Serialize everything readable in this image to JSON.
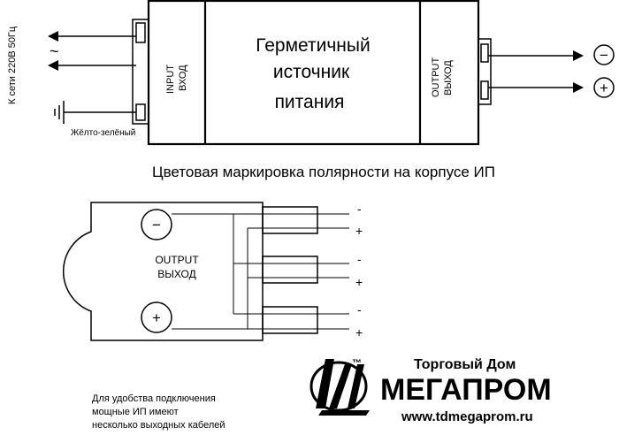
{
  "top_diagram": {
    "mains_label": "К сети 220В 50Гц",
    "input_label_line1": "INPUT",
    "input_label_line2": "ВХОД",
    "title_line1": "Герметичный",
    "title_line2": "источник",
    "title_line3": "питания",
    "output_label_line1": "OUTPUT",
    "output_label_line2": "ВЫХОД",
    "ground_wire_label": "Жёлто-зелёный",
    "minus_symbol": "−",
    "plus_symbol": "+",
    "ac_symbol": "~"
  },
  "heading": "Цветовая маркировка полярности на корпусе ИП",
  "bottom_diagram": {
    "minus_symbol": "−",
    "plus_symbol": "+",
    "output_label_line1": "OUTPUT",
    "output_label_line2": "ВЫХОД",
    "terminals": [
      {
        "minus": "-",
        "plus": "+"
      },
      {
        "minus": "-",
        "plus": "+"
      },
      {
        "minus": "-",
        "plus": "+"
      }
    ]
  },
  "note": {
    "line1": "Для удобства подключения",
    "line2": "мощные ИП имеют",
    "line3": "несколько выходных кабелей"
  },
  "brand": {
    "trademark": "™",
    "subtitle": "Торговый Дом",
    "name": "МЕГАПРОМ",
    "url": "www.tdmegaprom.ru",
    "logo_letters": "ЛП"
  }
}
